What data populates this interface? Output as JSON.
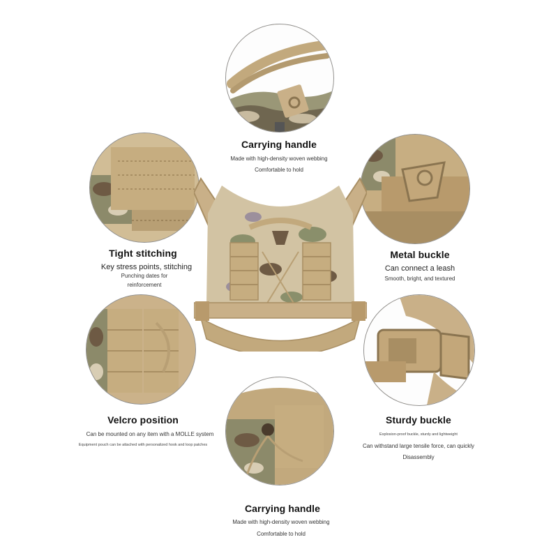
{
  "features": {
    "top": {
      "title": "Carrying handle",
      "line1": "Made with high-density woven webbing",
      "line2": "Comfortable to hold"
    },
    "left_upper": {
      "title": "Tight stitching",
      "line1": "Key stress points, stitching",
      "line2": "Punching dates for",
      "line3": "reinforcement"
    },
    "right_upper": {
      "title": "Metal buckle",
      "line1": "Can connect a leash",
      "line2": "Smooth, bright, and textured"
    },
    "left_lower": {
      "title": "Velcro position",
      "line1": "Can be mounted on any item with a MOLLE system",
      "line2": "Equipment pouch can be attached with personalized hook and loop patches"
    },
    "right_lower": {
      "title": "Sturdy buckle",
      "line1": "Explosion-proof buckle, sturdy and lightweight",
      "line2": "Can withstand large tensile force, can quickly",
      "line3": "Disassembly"
    },
    "bottom": {
      "title": "Carrying handle",
      "line1": "Made with high-density woven webbing",
      "line2": "Comfortable to hold"
    }
  },
  "colors": {
    "tan": "#c9b088",
    "tan_dark": "#a88e63",
    "camo_green": "#8a8f6b",
    "camo_brown": "#6e5a44",
    "camo_light": "#d8cdb4",
    "outline": "#8f8f8f"
  }
}
